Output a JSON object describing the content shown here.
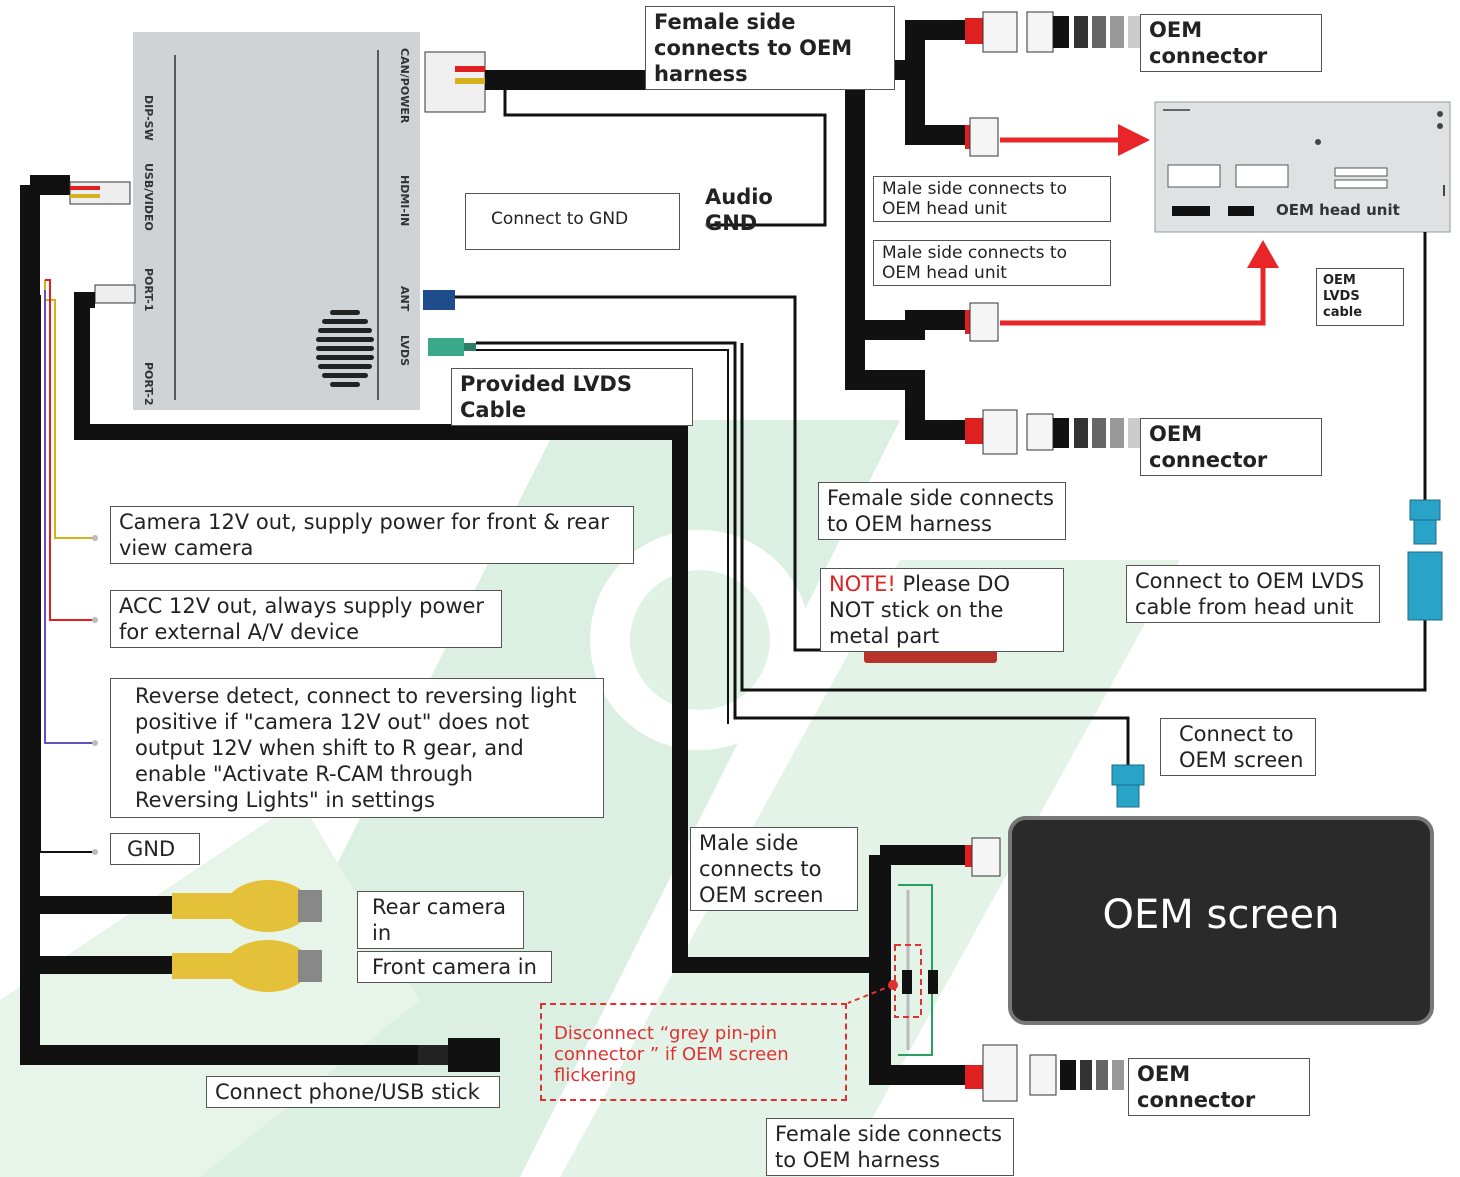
{
  "colors": {
    "cable": "#111111",
    "arrow": "#e8262a",
    "device_body": "#cfd3d6",
    "lvds": "#2aa3c8",
    "rca": "#e5c13a",
    "ant": "#1e4c8c",
    "fuse": "#b8332a",
    "watermark": "#d9efe0",
    "screen": "#2a2a2a"
  },
  "device": {
    "left_ports": [
      "DIP-SW",
      "USB/VIDEO",
      "PORT-1",
      "PORT-2"
    ],
    "right_ports": [
      "CAN/POWER",
      "HDMI-IN",
      "ANT",
      "LVDS"
    ]
  },
  "labels": {
    "female_oem_harness_top": "Female side connects to OEM harness",
    "oem_connector_1": "OEM connector",
    "oem_connector_2": "OEM connector",
    "oem_connector_3": "OEM connector",
    "audio_gnd": "Audio GND",
    "connect_to_gnd": "Connect to GND",
    "male_head_unit_1": "Male side connects to OEM head unit",
    "male_head_unit_2": "Male side connects to OEM head unit",
    "oem_head_unit": "OEM head unit",
    "oem_lvds_cable": "OEM LVDS cable",
    "provided_lvds": "Provided LVDS Cable",
    "female_oem_harness_mid": "Female side connects to OEM harness",
    "note_prefix": "NOTE!",
    "note_text": "Please DO NOT stick on the metal part",
    "connect_oem_lvds": "Connect to OEM LVDS cable from  head unit",
    "camera_12v": "Camera 12V out, supply power for front & rear view camera",
    "acc_12v": "ACC 12V out, always supply power for external A/V device",
    "reverse_detect": "Reverse detect, connect to reversing light positive if \"camera 12V out\" does not output 12V when shift to R gear, and enable \"Activate R-CAM through Reversing Lights\" in settings",
    "gnd": "GND",
    "connect_oem_screen": "Connect to OEM screen",
    "male_oem_screen": "Male side connects to OEM screen",
    "oem_screen": "OEM  screen",
    "rear_camera": "Rear camera in",
    "front_camera": "Front camera in",
    "disconnect_grey": "Disconnect “grey pin-pin connector ” if OEM screen flickering",
    "connect_phone": "Connect phone/USB stick",
    "female_oem_harness_bottom": "Female side connects to OEM harness"
  }
}
